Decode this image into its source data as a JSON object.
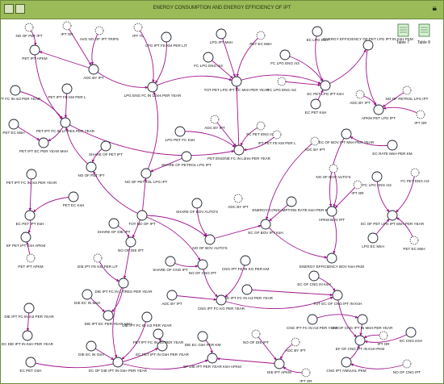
{
  "window": {
    "title": "ENERGY CONSUMPTION AND ENERGY EFFICIENCY OF IPT",
    "table_buttons": [
      "Table 7",
      "Table 8"
    ]
  },
  "colors": {
    "titlebar": "#9bbb59",
    "links": "#a0148c",
    "stock_fill": "#2e86c1",
    "stock_outline": "#17202a"
  },
  "diagram": {
    "nodes": [
      {
        "id": "n1",
        "type": "ghost",
        "label": "NO OF PET IPT"
      },
      {
        "id": "n2",
        "type": "ghost",
        "label": "IPT OR"
      },
      {
        "id": "n3",
        "type": "ghost",
        "label": "AVG NO OF IPT TRIPS"
      },
      {
        "id": "n4",
        "type": "ghost",
        "label": "IPT TL"
      },
      {
        "id": "n5",
        "type": "aux",
        "label": "PET IPT APKM"
      },
      {
        "id": "n6",
        "type": "aux",
        "label": "ADC BY IPT"
      },
      {
        "id": "n7",
        "type": "aux",
        "label": "LPG IPT FE KM PER LIT"
      },
      {
        "id": "n8",
        "type": "aux",
        "label": "LPG ENG FC IN Litres PER YEAR"
      },
      {
        "id": "n9",
        "type": "aux",
        "label": "LPG IPT MsH"
      },
      {
        "id": "n10",
        "type": "ghost",
        "label": "PET EC MsH"
      },
      {
        "id": "n11",
        "type": "aux",
        "label": "FC LPG ENG m3"
      },
      {
        "id": "n12",
        "type": "aux",
        "label": "TOT PET LPG IPT EC MsH PER YEAR"
      },
      {
        "id": "n13",
        "type": "aux",
        "label": "EC LPG KsH"
      },
      {
        "id": "n14",
        "type": "aux",
        "label": "FC LPG ENG m3"
      },
      {
        "id": "n15",
        "type": "aux",
        "label": "EC PET LPG IPT KsH"
      },
      {
        "id": "n16",
        "type": "ghost",
        "label": "FC LPG ENG m3"
      },
      {
        "id": "n17",
        "type": "aux",
        "label": "EC PET KsH"
      },
      {
        "id": "n18",
        "type": "aux",
        "label": "ENERGY EFFICIENCY OF PET LPG IPT IN KsH PKM"
      },
      {
        "id": "n19",
        "type": "ghost",
        "label": "ADC BY IPT"
      },
      {
        "id": "n20",
        "type": "ghost",
        "label": "NO OF PETROL LPG IPT"
      },
      {
        "id": "n21",
        "type": "aux",
        "label": "APKM PET LPG IPT"
      },
      {
        "id": "n22",
        "type": "ghost",
        "label": "IPT OR"
      },
      {
        "id": "n23",
        "type": "aux",
        "label": "PET IPT FC IN m3 PER YEAR"
      },
      {
        "id": "n24",
        "type": "aux",
        "label": "PET IPT FE KM PER L"
      },
      {
        "id": "n25",
        "type": "aux",
        "label": "PET IPT FC IN LITRES PER YEAR"
      },
      {
        "id": "n26",
        "type": "aux",
        "label": "PET EC MsH"
      },
      {
        "id": "n27",
        "type": "aux",
        "label": "PET IPT EC PER YEAR MsH"
      },
      {
        "id": "n28",
        "type": "aux",
        "label": "LPG PET FC KsH"
      },
      {
        "id": "n29",
        "type": "ghost",
        "label": "ADC BY IPT"
      },
      {
        "id": "n30",
        "type": "ghost",
        "label": "FC PET ENG m3"
      },
      {
        "id": "n31",
        "type": "ghost",
        "label": "IPT PET FE KM PER L"
      },
      {
        "id": "n32",
        "type": "aux",
        "label": "PET ENGINE FC IN Litres PER YEAR"
      },
      {
        "id": "n33",
        "type": "aux",
        "label": "EC OF BOV IPT MsH PER YEAR"
      },
      {
        "id": "n34",
        "type": "aux",
        "label": "EC RATE MsH PER KM"
      },
      {
        "id": "n35",
        "type": "aux",
        "label": "SHARE OF PET IPT"
      },
      {
        "id": "n36",
        "type": "aux",
        "label": "NO OF PET IPT"
      },
      {
        "id": "n37",
        "type": "aux",
        "label": "SHARE OF PETROL LPG IPT"
      },
      {
        "id": "n38",
        "type": "aux",
        "label": "NO OF PETROL LPG IPT"
      },
      {
        "id": "n39",
        "type": "ghost",
        "label": "ADC BY IPT"
      },
      {
        "id": "n40",
        "type": "ghost",
        "label": "NO OF BOV AUTO'S"
      },
      {
        "id": "n41",
        "type": "ghost",
        "label": "IPT OR"
      },
      {
        "id": "n42",
        "type": "aux",
        "label": "PET IPT FC IN m3 PER YEAR"
      },
      {
        "id": "n43",
        "type": "aux",
        "label": "PET EC KsH"
      },
      {
        "id": "n44",
        "type": "aux",
        "label": "EC PET IPT KsH"
      },
      {
        "id": "n45",
        "type": "aux",
        "label": "EF PET IPT KsH APKM"
      },
      {
        "id": "n46",
        "type": "ghost",
        "label": "PET IPT APKM"
      },
      {
        "id": "n47",
        "type": "aux",
        "label": "TOT NO OF IPT"
      },
      {
        "id": "n48",
        "type": "aux",
        "label": "SHARE OF BOV AUTO'S"
      },
      {
        "id": "n49",
        "type": "ghost",
        "label": "ADC BY IPT"
      },
      {
        "id": "n50",
        "type": "aux",
        "label": "ENERGY CONSUMPTION RATE KsH PER KM"
      },
      {
        "id": "n51",
        "type": "aux",
        "label": "EC OF BOV IPT KsH"
      },
      {
        "id": "n52",
        "type": "aux",
        "label": "APKM BOV IPT"
      },
      {
        "id": "n53",
        "type": "aux",
        "label": "FC LPG ENG m3"
      },
      {
        "id": "n54",
        "type": "ghost",
        "label": "FC PET ENG m3"
      },
      {
        "id": "n55",
        "type": "aux",
        "label": "EC OF PET LPG IPT MsH PER YEAR"
      },
      {
        "id": "n56",
        "type": "aux",
        "label": "LPG EC MsH"
      },
      {
        "id": "n57",
        "type": "ghost",
        "label": "PET EC MsH"
      },
      {
        "id": "n58",
        "type": "aux",
        "label": "ENERGY EFFICIENCY BOV KsH PKM"
      },
      {
        "id": "n59",
        "type": "aux",
        "label": "SHARE OF DIE IPT"
      },
      {
        "id": "n60",
        "type": "aux",
        "label": "NO OF DIE IPT"
      },
      {
        "id": "n61",
        "type": "aux",
        "label": "NO OF BOV AUTO'S"
      },
      {
        "id": "n62",
        "type": "aux",
        "label": "SHARE OF CNG IPT"
      },
      {
        "id": "n63",
        "type": "aux",
        "label": "NO OF CNG IPT"
      },
      {
        "id": "n64",
        "type": "ghost",
        "label": "DIE IPT FE KM PER LIT"
      },
      {
        "id": "n65",
        "type": "aux",
        "label": "DIE IPT FC IN LITRES PER YEAR"
      },
      {
        "id": "n66",
        "type": "aux",
        "label": "CNG IPT FE IN KG PER KM"
      },
      {
        "id": "n67",
        "type": "aux",
        "label": "EC OF CNG IN KsH"
      },
      {
        "id": "n68",
        "type": "aux",
        "label": "CNG IPT FC IN m3 PER YEAR"
      },
      {
        "id": "n69",
        "type": "aux",
        "label": "DIE EC IN MsH"
      },
      {
        "id": "n70",
        "type": "aux",
        "label": "DIE IPT EC PER YEAR MsH"
      },
      {
        "id": "n71",
        "type": "aux",
        "label": "ADC BY IPT"
      },
      {
        "id": "n72",
        "type": "aux",
        "label": "CNG IPT FC KG PER YEAR"
      },
      {
        "id": "n73",
        "type": "aux",
        "label": "TOT EC OF CNG IPT IN KsH"
      },
      {
        "id": "n74",
        "type": "aux",
        "label": "CNG IPT FC IN m3 PER YEAR"
      },
      {
        "id": "n75",
        "type": "aux",
        "label": "EC OF CNG IPT IN MsH PER YEAR"
      },
      {
        "id": "n76",
        "type": "aux",
        "label": "EF OF CNG IPT IN KsH PKM"
      },
      {
        "id": "n77",
        "type": "ghost",
        "label": "IPT OR"
      },
      {
        "id": "n78",
        "type": "aux",
        "label": "EC CNG KsH"
      },
      {
        "id": "n79",
        "type": "aux",
        "label": "DIE IPT FC IN m3 PER YEAR"
      },
      {
        "id": "n80",
        "type": "aux",
        "label": "EC DIE IPT IN KsH PER YEAR"
      },
      {
        "id": "n81",
        "type": "aux",
        "label": "DIE IPT FC IN m3 PER YEAR"
      },
      {
        "id": "n82",
        "type": "aux",
        "label": "DIE EC IN GsH"
      },
      {
        "id": "n83",
        "type": "aux",
        "label": "EC OF DIE IPT IN GsH PER YEAR"
      },
      {
        "id": "n84",
        "type": "aux",
        "label": "DIE EC GsH PER KM"
      },
      {
        "id": "n85",
        "type": "aux",
        "label": "EF DIE IPT PER YEAR KsH APKM"
      },
      {
        "id": "n86",
        "type": "ghost",
        "label": "NO OF DIE IPT"
      },
      {
        "id": "n87",
        "type": "aux",
        "label": "DIE IPT APKM"
      },
      {
        "id": "n88",
        "type": "ghost",
        "label": "ADC BY IPT"
      },
      {
        "id": "n89",
        "type": "ghost",
        "label": "IPT OR"
      },
      {
        "id": "n90",
        "type": "aux",
        "label": "CNG IPT ANNUAL PKM"
      },
      {
        "id": "n91",
        "type": "ghost",
        "label": "NO OF CNG IPT"
      },
      {
        "id": "n92",
        "type": "aux",
        "label": "EC PET GsH"
      },
      {
        "id": "n93",
        "type": "aux",
        "label": "EC PET IPT IN GsH PER YEAR"
      },
      {
        "id": "n94",
        "type": "aux",
        "label": "PET IPT FC IN m3 PER YEAR"
      }
    ],
    "links": [
      [
        "n1",
        "n5"
      ],
      [
        "n2",
        "n6"
      ],
      [
        "n3",
        "n6"
      ],
      [
        "n4",
        "n8"
      ],
      [
        "n6",
        "n5"
      ],
      [
        "n6",
        "n8"
      ],
      [
        "n7",
        "n8"
      ],
      [
        "n9",
        "n12"
      ],
      [
        "n10",
        "n12"
      ],
      [
        "n8",
        "n12"
      ],
      [
        "n11",
        "n12"
      ],
      [
        "n13",
        "n15"
      ],
      [
        "n14",
        "n15"
      ],
      [
        "n16",
        "n15"
      ],
      [
        "n15",
        "n18"
      ],
      [
        "n12",
        "n15"
      ],
      [
        "n17",
        "n15"
      ],
      [
        "n18",
        "n21"
      ],
      [
        "n19",
        "n21"
      ],
      [
        "n20",
        "n21"
      ],
      [
        "n22",
        "n21"
      ],
      [
        "n23",
        "n25"
      ],
      [
        "n24",
        "n25"
      ],
      [
        "n5",
        "n25"
      ],
      [
        "n25",
        "n27"
      ],
      [
        "n26",
        "n27"
      ],
      [
        "n25",
        "n32"
      ],
      [
        "n28",
        "n32"
      ],
      [
        "n29",
        "n32"
      ],
      [
        "n30",
        "n32"
      ],
      [
        "n31",
        "n32"
      ],
      [
        "n32",
        "n12"
      ],
      [
        "n35",
        "n36"
      ],
      [
        "n36",
        "n25"
      ],
      [
        "n37",
        "n38"
      ],
      [
        "n38",
        "n8"
      ],
      [
        "n47",
        "n36"
      ],
      [
        "n47",
        "n38"
      ],
      [
        "n39",
        "n51"
      ],
      [
        "n40",
        "n52"
      ],
      [
        "n41",
        "n52"
      ],
      [
        "n33",
        "n52"
      ],
      [
        "n34",
        "n33"
      ],
      [
        "n50",
        "n51"
      ],
      [
        "n48",
        "n61"
      ],
      [
        "n47",
        "n61"
      ],
      [
        "n61",
        "n51"
      ],
      [
        "n51",
        "n58"
      ],
      [
        "n52",
        "n58"
      ],
      [
        "n42",
        "n44"
      ],
      [
        "n43",
        "n44"
      ],
      [
        "n44",
        "n45"
      ],
      [
        "n46",
        "n45"
      ],
      [
        "n53",
        "n55"
      ],
      [
        "n54",
        "n55"
      ],
      [
        "n56",
        "n55"
      ],
      [
        "n57",
        "n55"
      ],
      [
        "n59",
        "n60"
      ],
      [
        "n47",
        "n60"
      ],
      [
        "n62",
        "n63"
      ],
      [
        "n47",
        "n63"
      ],
      [
        "n60",
        "n65"
      ],
      [
        "n64",
        "n65"
      ],
      [
        "n65",
        "n70"
      ],
      [
        "n69",
        "n70"
      ],
      [
        "n63",
        "n72"
      ],
      [
        "n66",
        "n72"
      ],
      [
        "n71",
        "n72"
      ],
      [
        "n72",
        "n73"
      ],
      [
        "n67",
        "n73"
      ],
      [
        "n68",
        "n73"
      ],
      [
        "n73",
        "n76"
      ],
      [
        "n74",
        "n75"
      ],
      [
        "n75",
        "n76"
      ],
      [
        "n77",
        "n76"
      ],
      [
        "n78",
        "n76"
      ],
      [
        "n79",
        "n80"
      ],
      [
        "n65",
        "n83"
      ],
      [
        "n81",
        "n83"
      ],
      [
        "n82",
        "n83"
      ],
      [
        "n83",
        "n85"
      ],
      [
        "n84",
        "n85"
      ],
      [
        "n86",
        "n87"
      ],
      [
        "n88",
        "n87"
      ],
      [
        "n89",
        "n87"
      ],
      [
        "n87",
        "n85"
      ],
      [
        "n90",
        "n76"
      ],
      [
        "n91",
        "n90"
      ],
      [
        "n94",
        "n93"
      ],
      [
        "n92",
        "n93"
      ]
    ]
  }
}
